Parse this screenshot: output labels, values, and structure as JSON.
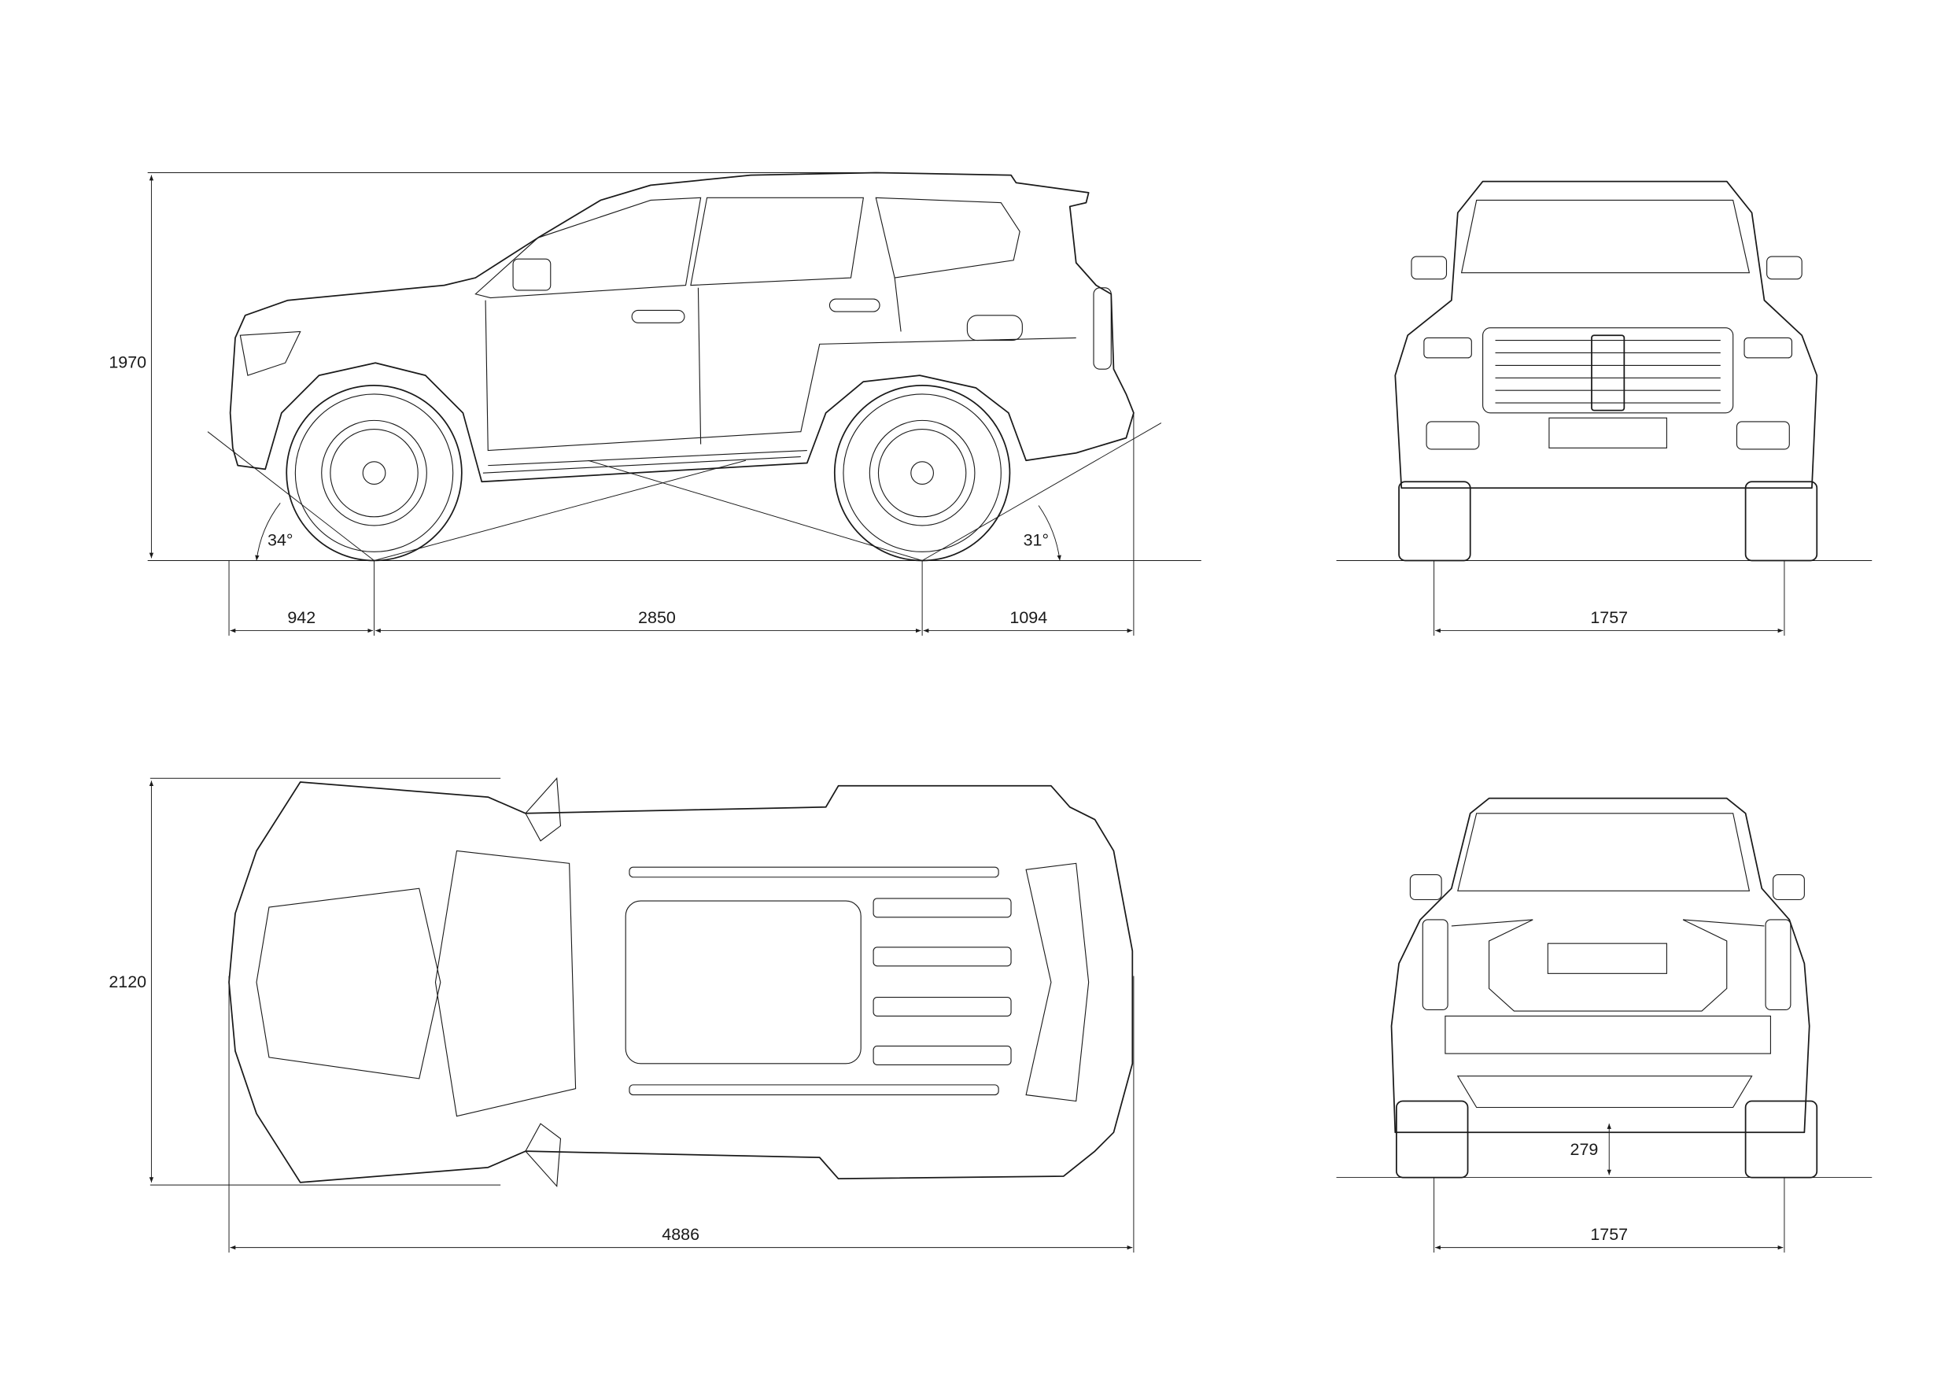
{
  "side_view": {
    "overall_height": "1970",
    "front_overhang": "942",
    "wheelbase": "2850",
    "rear_overhang": "1094",
    "approach_angle": "34°",
    "departure_angle": "31°"
  },
  "front_view": {
    "track_width": "1757"
  },
  "top_view": {
    "overall_width": "2120",
    "overall_length": "4886"
  },
  "rear_view": {
    "ground_clearance": "279",
    "track_width": "1757"
  },
  "colors": {
    "line": "#1a1a1a",
    "background": "#ffffff"
  }
}
